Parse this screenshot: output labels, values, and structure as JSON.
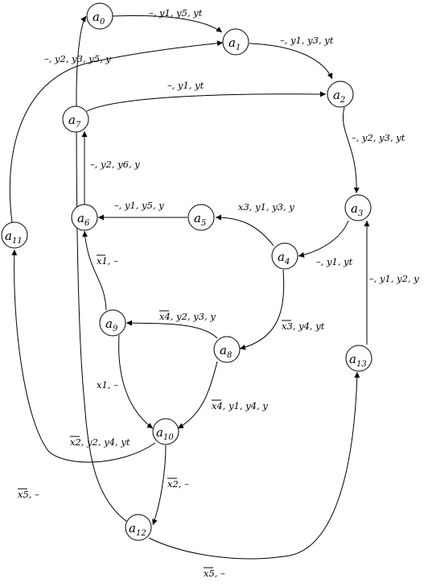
{
  "nodes": {
    "a0": {
      "main": "a",
      "sub": "0"
    },
    "a1": {
      "main": "a",
      "sub": "1"
    },
    "a2": {
      "main": "a",
      "sub": "2"
    },
    "a3": {
      "main": "a",
      "sub": "3"
    },
    "a4": {
      "main": "a",
      "sub": "4"
    },
    "a5": {
      "main": "a",
      "sub": "5"
    },
    "a6": {
      "main": "a",
      "sub": "6"
    },
    "a7": {
      "main": "a",
      "sub": "7"
    },
    "a8": {
      "main": "a",
      "sub": "8"
    },
    "a9": {
      "main": "a",
      "sub": "9"
    },
    "a10": {
      "main": "a",
      "sub": "10"
    },
    "a11": {
      "main": "a",
      "sub": "11"
    },
    "a12": {
      "main": "a",
      "sub": "12"
    },
    "a13": {
      "main": "a",
      "sub": "13"
    }
  },
  "edge_labels": {
    "a0_a1": "–, y1, y5, yt",
    "a1_a2": "–, y1, y3, yt",
    "a11_a1": "–, y2, y3, y5, y",
    "a7_a2": "–, y1, yt",
    "a2_a3": "–, y2, y3, yt",
    "a6_a7": "–, y2, y6, y",
    "a5_a6": "–, y1, y5, y",
    "a4_a5": "x3, y1, y3, y",
    "a3_a4": "–, y1, yt",
    "a13_a3": "–, y1, y2, y",
    "a9_a6": "x1, –",
    "a8_a9": "x4, y2, y3, y",
    "a4_a8": "x3, y4, yt",
    "a9_a10": "x1, –",
    "a8_a10": "x4, y1, y4, y",
    "a10_a11": "x2, y2, y4, yt",
    "a12_a0": "x5, –",
    "a10_a12": "x2, –",
    "a12_a13": "x5, –"
  }
}
